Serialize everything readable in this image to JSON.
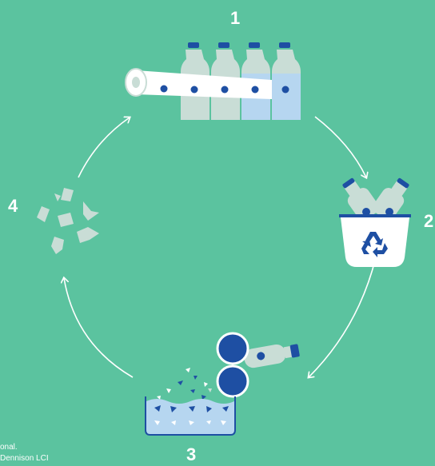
{
  "diagram": {
    "steps": [
      {
        "number": "1"
      },
      {
        "number": "2"
      },
      {
        "number": "3"
      },
      {
        "number": "4"
      }
    ],
    "credit_lines": [
      "onal.",
      "Dennison LCI"
    ]
  },
  "colors": {
    "background": "#5bc39f",
    "dark_blue": "#1e4fa3",
    "bottle_light": "#c9ddd6",
    "bottle_water": "#b6d6f0",
    "white": "#ffffff"
  },
  "icons": [
    "bottles-label-roll-icon",
    "recycle-bin-icon",
    "shredder-washtank-icon",
    "plastic-flakes-icon",
    "recycle-symbol-icon"
  ]
}
